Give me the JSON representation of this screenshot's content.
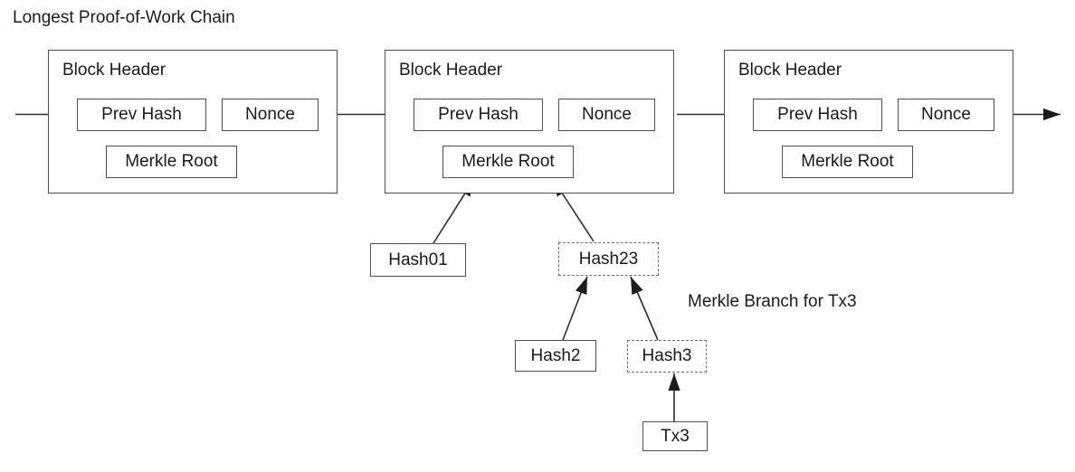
{
  "title": "Longest Proof-of-Work Chain",
  "branch_label": "Merkle Branch for Tx3",
  "colors": {
    "background": "#ffffff",
    "box_border": "#4f4f4f",
    "dashed_border": "#6e6e6e",
    "text": "#1a1a1a",
    "arrow": "#2e2e2e"
  },
  "blocks": [
    {
      "header": "Block Header",
      "prev_hash": "Prev Hash",
      "nonce": "Nonce",
      "merkle_root": "Merkle Root"
    },
    {
      "header": "Block Header",
      "prev_hash": "Prev Hash",
      "nonce": "Nonce",
      "merkle_root": "Merkle Root"
    },
    {
      "header": "Block Header",
      "prev_hash": "Prev Hash",
      "nonce": "Nonce",
      "merkle_root": "Merkle Root"
    }
  ],
  "merkle_tree": {
    "hash01": "Hash01",
    "hash23": "Hash23",
    "hash2": "Hash2",
    "hash3": "Hash3",
    "tx3": "Tx3"
  }
}
